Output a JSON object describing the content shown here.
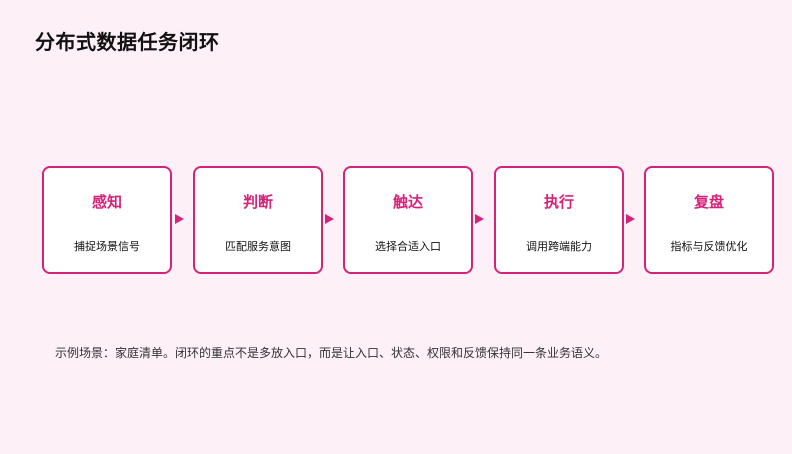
{
  "title": "分布式数据任务闭环",
  "steps": [
    {
      "title": "感知",
      "desc": "捕捉场景信号"
    },
    {
      "title": "判断",
      "desc": "匹配服务意图"
    },
    {
      "title": "触达",
      "desc": "选择合适入口"
    },
    {
      "title": "执行",
      "desc": "调用跨端能力"
    },
    {
      "title": "复盘",
      "desc": "指标与反馈优化"
    }
  ],
  "note": "示例场景：家庭清单。闭环的重点不是多放入口，而是让入口、状态、权限和反馈保持同一条业务语义。",
  "colors": {
    "background": "#fdf0f6",
    "accent": "#d6237a",
    "card": "#ffffff"
  }
}
